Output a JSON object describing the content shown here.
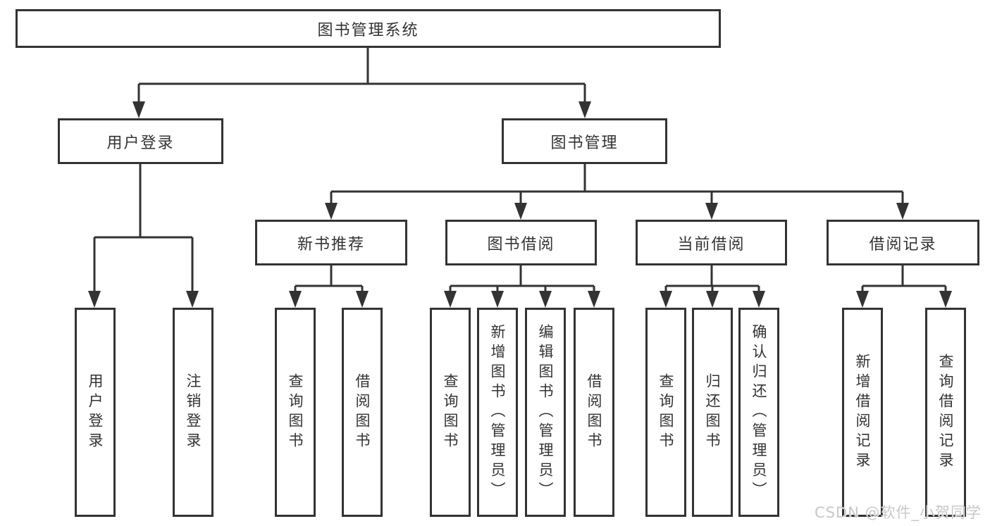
{
  "colors": {
    "line": "#333333",
    "box_border": "#333333",
    "box_background": "#ffffff",
    "text": "#333333",
    "watermark": "#c8c8c8",
    "page_background": "#ffffff"
  },
  "watermark": "CSDN @软件_小贺同学",
  "tree": {
    "root": {
      "label": "图书管理系统",
      "children": [
        {
          "label": "用户登录",
          "children": [
            {
              "label": "用户登录"
            },
            {
              "label": "注销登录"
            }
          ]
        },
        {
          "label": "图书管理",
          "children": [
            {
              "label": "新书推荐",
              "children": [
                {
                  "label": "查询图书"
                },
                {
                  "label": "借阅图书"
                }
              ]
            },
            {
              "label": "图书借阅",
              "children": [
                {
                  "label": "查询图书"
                },
                {
                  "label": "新增图书（管理员）"
                },
                {
                  "label": "编辑图书（管理员）"
                },
                {
                  "label": "借阅图书"
                }
              ]
            },
            {
              "label": "当前借阅",
              "children": [
                {
                  "label": "查询图书"
                },
                {
                  "label": "归还图书"
                },
                {
                  "label": "确认归还（管理员）"
                }
              ]
            },
            {
              "label": "借阅记录",
              "children": [
                {
                  "label": "新增借阅记录"
                },
                {
                  "label": "查询借阅记录"
                }
              ]
            }
          ]
        }
      ]
    }
  }
}
